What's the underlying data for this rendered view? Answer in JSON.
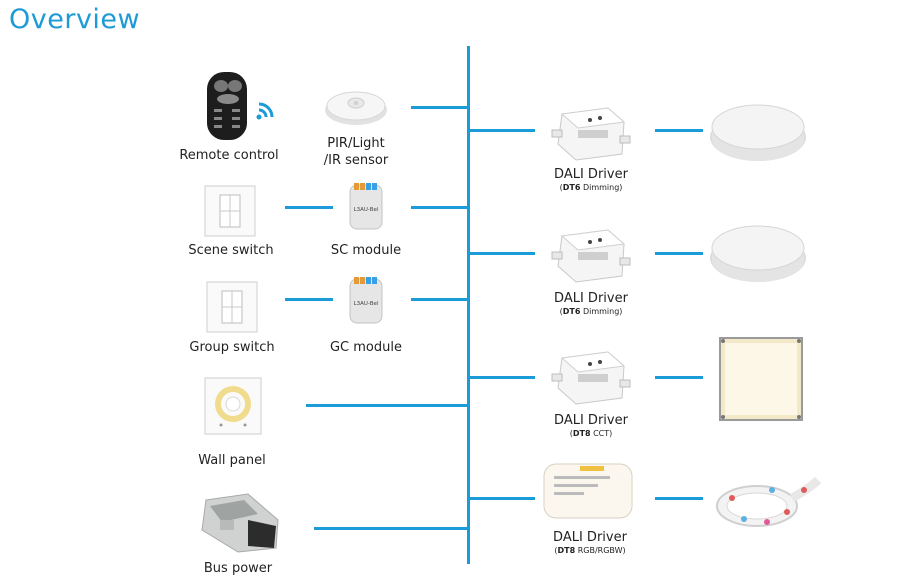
{
  "title": "Overview",
  "inputs": {
    "remote_control": "Remote control",
    "pir_line1": "PIR/Light",
    "pir_line2": "/IR sensor",
    "scene_switch": "Scene switch",
    "sc_module": "SC module",
    "group_switch": "Group switch",
    "gc_module": "GC module",
    "wall_panel": "Wall panel",
    "bus_power": "Bus power",
    "module_print": "L3AU-Bel"
  },
  "drivers": [
    {
      "label": "DALI Driver",
      "type": "DT6",
      "mode": "Dimming"
    },
    {
      "label": "DALI Driver",
      "type": "DT6",
      "mode": "Dimming"
    },
    {
      "label": "DALI Driver",
      "type": "DT8",
      "mode": "CCT"
    },
    {
      "label": "DALI Driver",
      "type": "DT8",
      "mode": "RGB/RGBW"
    }
  ],
  "colors": {
    "accent": "#1d9bd6",
    "bus_line": "#1c9bd9",
    "text": "#222222"
  },
  "icons": [
    "remote-control-icon",
    "wireless-signal-icon",
    "pir-sensor-icon",
    "scene-switch-icon",
    "sc-module-icon",
    "group-switch-icon",
    "gc-module-icon",
    "wall-panel-icon",
    "bus-power-icon",
    "dali-driver-icon",
    "round-downlight-icon",
    "panel-light-icon",
    "led-strip-icon"
  ]
}
